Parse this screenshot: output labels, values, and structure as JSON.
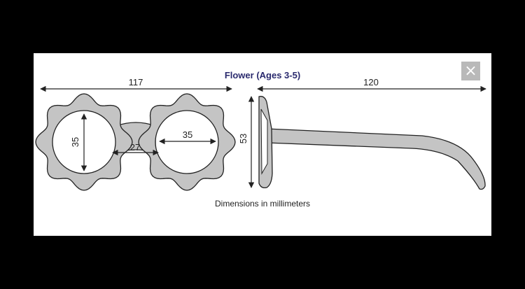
{
  "modal": {
    "title": "Flower (Ages 3-5)",
    "close_label": "×",
    "caption": "Dimensions in millimeters"
  },
  "dimensions": {
    "frame_width": "117",
    "temple_length": "120",
    "lens_height": "35",
    "lens_width": "35",
    "bridge": "27",
    "frame_height": "53"
  },
  "colors": {
    "frame_fill": "#c4c4c4",
    "outline": "#222222",
    "title": "#2a2a6e",
    "close_bg": "#b9b9b9"
  }
}
